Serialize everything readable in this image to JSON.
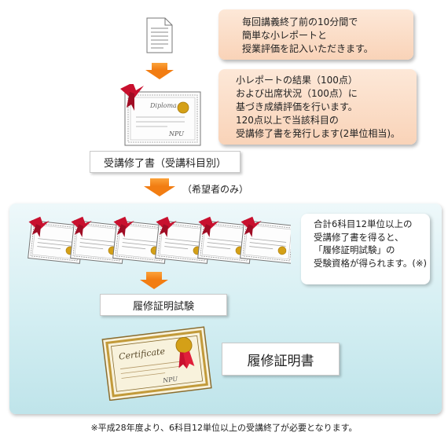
{
  "notes": {
    "note1_lines": [
      "毎回講義終了前の10分間で",
      "簡単な小レポートと",
      "授業評価を記入いただきます。"
    ],
    "note2_lines": [
      "小レポートの結果（100点）",
      "および出席状況（100点）に",
      "基づき成績評価を行います。",
      "120点以上で当該科目の",
      "受講修了書を発行します(2単位相当)。"
    ]
  },
  "labels": {
    "course_certificate": "受講修了書（受講科目別）",
    "applicants_only": "（希望者のみ）",
    "exam": "履修証明試験",
    "final_certificate": "履修証明書"
  },
  "info_lines": [
    "合計6科目12単位以上の",
    "受講修了書を得ると、",
    "「履修証明試験」の",
    "受験資格が得られます。(※)"
  ],
  "footnote": "※平成28年度より、6科目12単位以上の受講終了が必要となります。",
  "diploma_text": "Diploma",
  "certificate_text": "Certificate",
  "signature_text": "NPU",
  "colors": {
    "arrow": "#f27d12",
    "ribbon": "#c8102e",
    "seal": "#d4a017",
    "note_bg": "#fbdcc7",
    "panel_bg": "#d3eef2"
  }
}
